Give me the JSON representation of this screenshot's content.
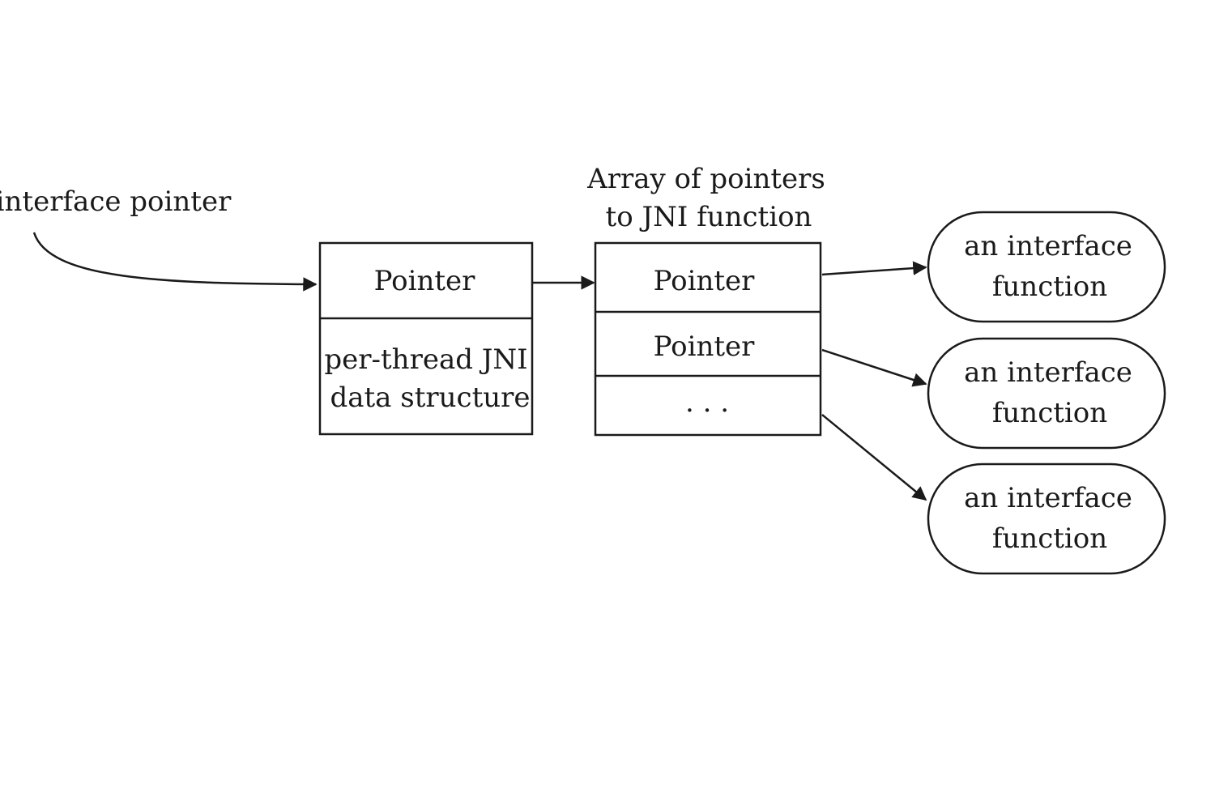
{
  "labels": {
    "interface_pointer": "interface pointer",
    "array_title_line1": "Array of pointers",
    "array_title_line2": "to JNI function"
  },
  "thread_struct": {
    "pointer_label": "Pointer",
    "data_line1": "per-thread JNI",
    "data_line2": "data structure"
  },
  "pointer_array": {
    "cells": [
      "Pointer",
      "Pointer",
      ". . ."
    ]
  },
  "functions": [
    {
      "line1": "an interface",
      "line2": "function"
    },
    {
      "line1": "an interface",
      "line2": "function"
    },
    {
      "line1": "an interface",
      "line2": "function"
    }
  ],
  "colors": {
    "ink": "#1a1a1a",
    "background": "#ffffff"
  }
}
